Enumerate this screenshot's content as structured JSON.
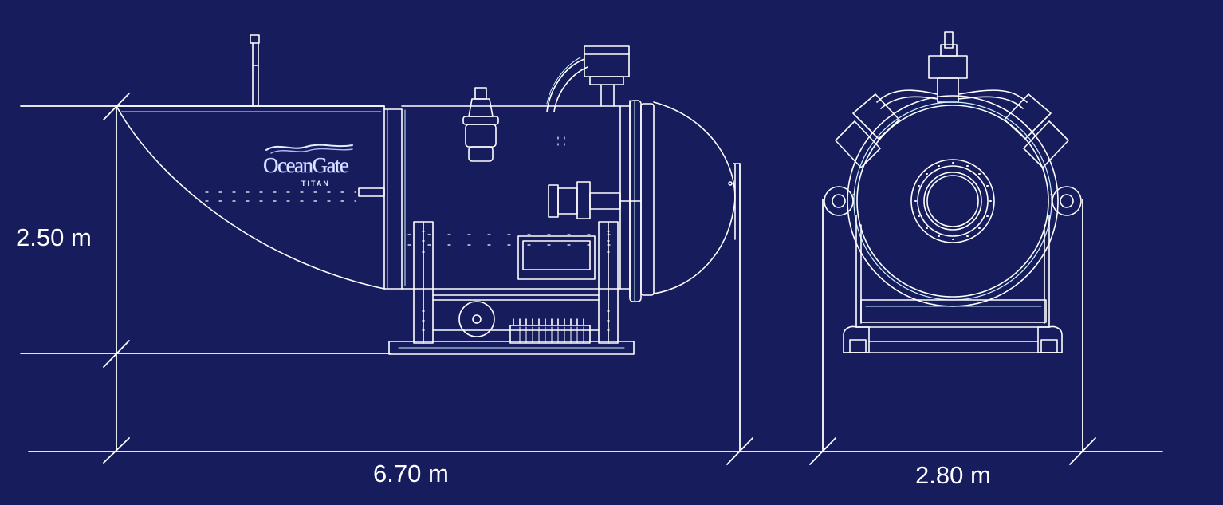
{
  "logo": {
    "brand": "OceanGate",
    "model": "TITAN"
  },
  "dimensions": {
    "height": "2.50 m",
    "length": "6.70 m",
    "width": "2.80 m"
  },
  "colors": {
    "background": "#161c5c",
    "line": "#ffffff",
    "accent": "#c9f4ff"
  }
}
